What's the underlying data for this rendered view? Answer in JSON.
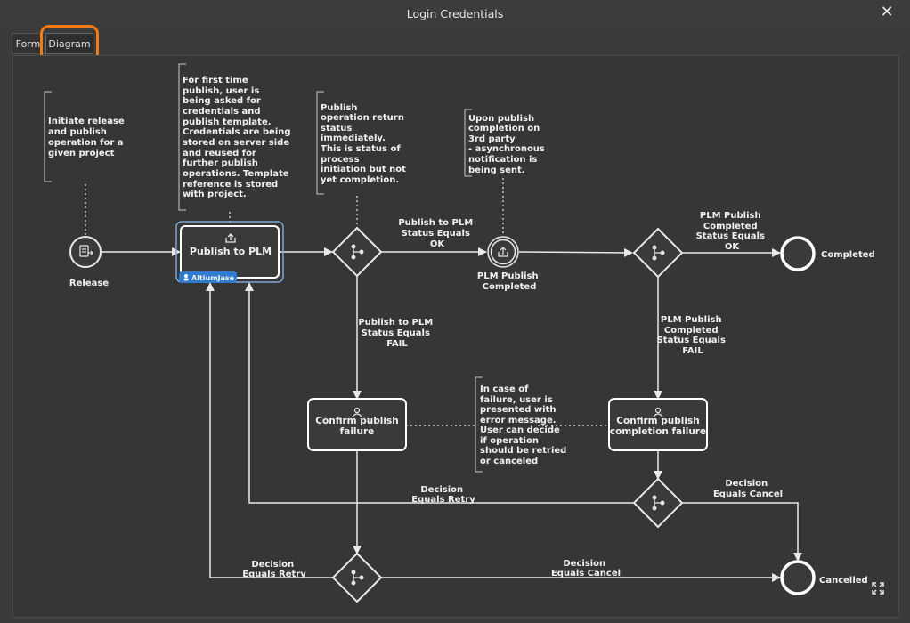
{
  "window": {
    "title": "Login Credentials",
    "close_glyph": "✕"
  },
  "tabs": [
    {
      "label": "Form",
      "active": false
    },
    {
      "label": "Diagram",
      "active": true
    }
  ],
  "colors": {
    "accent": "#ef7b1a",
    "badge": "#2f7bd0",
    "line": "#e8e8e8",
    "canvas": "#363636"
  },
  "diagram": {
    "annotations": {
      "initiate": [
        "Initiate release",
        "and publish",
        "operation for a",
        "given project"
      ],
      "first_time": [
        "For first time",
        "publish, user is",
        "being asked for",
        "credentials and",
        "publish template.",
        "Credentials are being",
        "stored on server side",
        "and reused for",
        "further publish",
        "operations. Template",
        "reference is stored",
        "with project."
      ],
      "return_status": [
        "Publish",
        "operation return",
        "status",
        "immediately.",
        "This is status of",
        "process",
        "initiation but not",
        "yet completion."
      ],
      "third_party": [
        "Upon publish",
        "completion on",
        "3rd party",
        "- asynchronous",
        "notification is",
        "being sent."
      ],
      "failure": [
        "In case of",
        "failure, user is",
        "presented with",
        "error message.",
        "User can decide",
        "if operation",
        "should be retried",
        "or canceled"
      ]
    },
    "nodes": {
      "release": "Release",
      "publish": "Publish to PLM",
      "badge": "AltiumJase",
      "plm_completed": [
        "PLM Publish",
        "Completed"
      ],
      "completed": "Completed",
      "confirm_publish_failure": [
        "Confirm publish",
        "failure"
      ],
      "confirm_completion_failure": [
        "Confirm publish",
        "completion failure"
      ],
      "cancelled": "Cancelled"
    },
    "edges": {
      "status_ok": [
        "Publish to PLM",
        "Status Equals",
        "OK"
      ],
      "status_fail": [
        "Publish to PLM",
        "Status Equals",
        "FAIL"
      ],
      "completed_ok": [
        "PLM Publish",
        "Completed",
        "Status Equals",
        "OK"
      ],
      "completed_fail": [
        "PLM Publish",
        "Completed",
        "Status Equals",
        "FAIL"
      ],
      "retry_top": [
        "Decision",
        "Equals Retry"
      ],
      "cancel_top": [
        "Decision",
        "Equals Cancel"
      ],
      "retry_bottom": [
        "Decision",
        "Equals Retry"
      ],
      "cancel_bottom": [
        "Decision",
        "Equals Cancel"
      ]
    }
  }
}
